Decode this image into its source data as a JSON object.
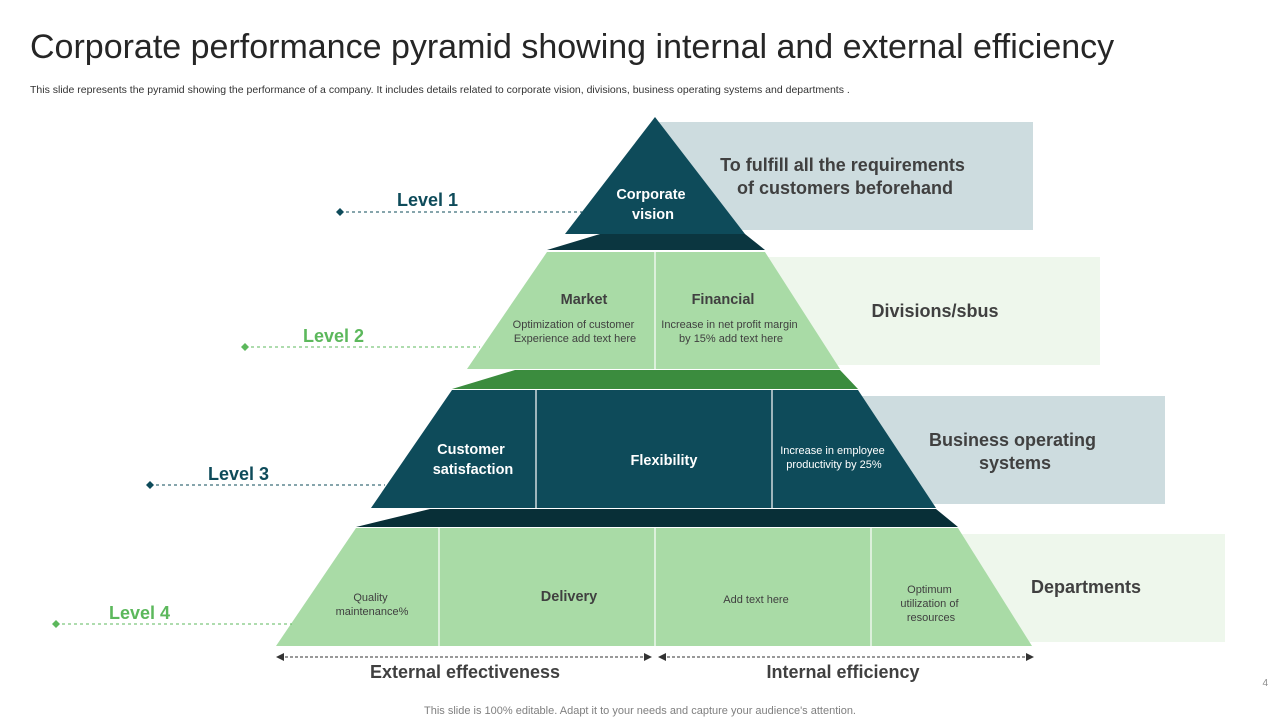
{
  "slide": {
    "title": "Corporate performance pyramid showing internal and external efficiency",
    "subtitle": "This slide represents the pyramid showing the performance of a company. It includes details related to corporate vision, divisions, business operating systems and departments .",
    "footer": "This slide is 100% editable. Adapt it to your needs and capture your audience's attention.",
    "page_number": "4"
  },
  "colors": {
    "dark_teal": "#0e4b5a",
    "light_green": "#a9dba6",
    "green_band": "#3b8c3e",
    "grey_box": "#cddcdf",
    "mint_box": "#eef7ec",
    "level_light": "#5cb85c"
  },
  "levels": [
    {
      "label": "Level 1",
      "description": [
        "To fulfill all the requirements",
        "of customers beforehand"
      ],
      "cells": [
        {
          "title": [
            "Corporate",
            "vision"
          ],
          "text": []
        }
      ]
    },
    {
      "label": "Level 2",
      "description": [
        "Divisions/sbus"
      ],
      "cells": [
        {
          "title": [
            "Market"
          ],
          "text": [
            "Optimization of customer",
            "Experience add text here"
          ]
        },
        {
          "title": [
            "Financial"
          ],
          "text": [
            "Increase in net profit margin",
            "by 15% add text here"
          ]
        }
      ]
    },
    {
      "label": "Level 3",
      "description": [
        "Business operating",
        "systems"
      ],
      "cells": [
        {
          "title": [
            "Customer",
            "satisfaction"
          ],
          "text": []
        },
        {
          "title": [
            "Flexibility"
          ],
          "text": []
        },
        {
          "title": [],
          "text": [
            "Increase in employee",
            "productivity by 25%"
          ]
        }
      ]
    },
    {
      "label": "Level 4",
      "description": [
        "Departments"
      ],
      "cells": [
        {
          "title": [],
          "text": [
            "Quality",
            "maintenance%"
          ]
        },
        {
          "title": [
            "Delivery"
          ],
          "text": []
        },
        {
          "title": [],
          "text": [
            "Add text here"
          ]
        },
        {
          "title": [],
          "text": [
            "Optimum",
            "utilization of",
            "resources"
          ]
        }
      ]
    }
  ],
  "axis": {
    "left_label": "External effectiveness",
    "right_label": "Internal efficiency"
  }
}
